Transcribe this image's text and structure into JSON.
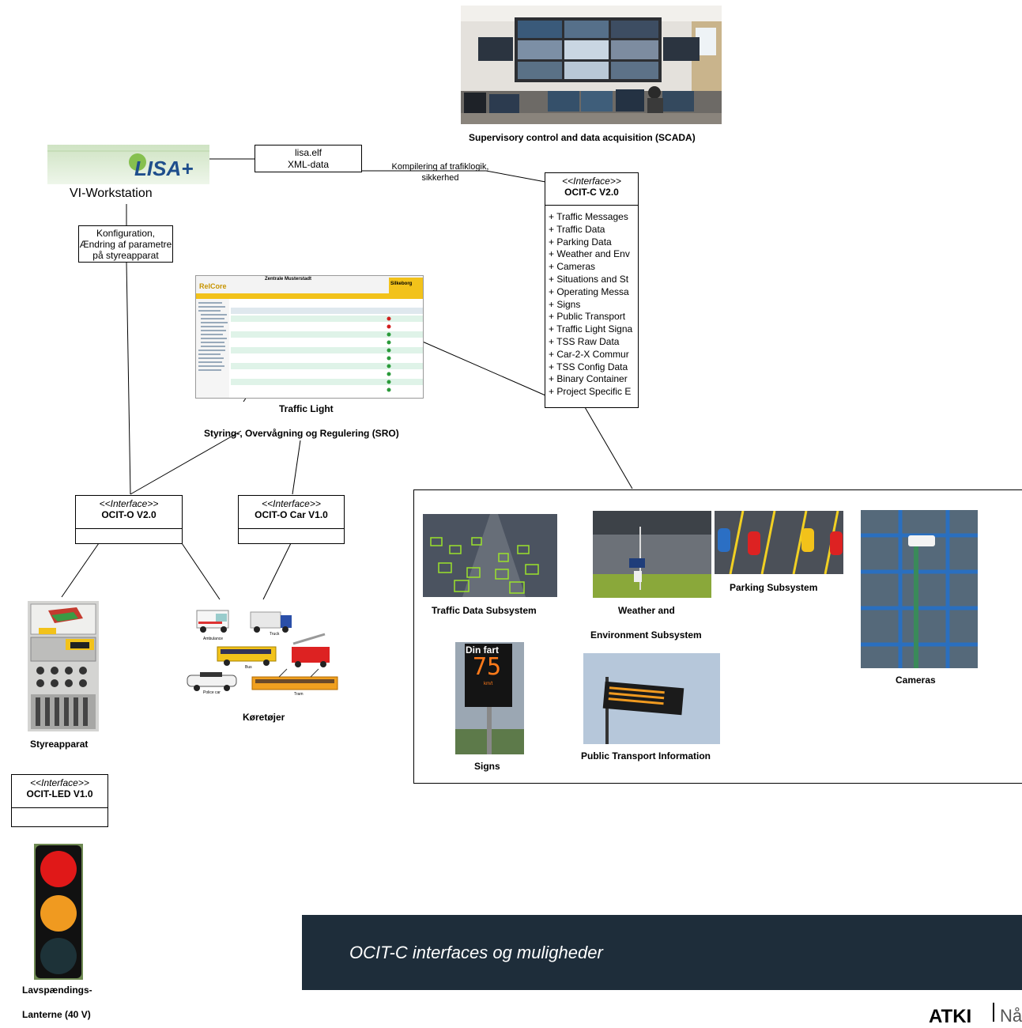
{
  "scada": {
    "caption": "Supervisory control and data acquisition (SCADA)"
  },
  "lisa": {
    "logo_text": "LISA+",
    "caption": "VI-Workstation"
  },
  "lisa_note": {
    "line1": "lisa.elf",
    "line2": "XML-data"
  },
  "kompilering": {
    "line1": "Kompilering af trafiklogik,",
    "line2": "sikkerhed"
  },
  "konfig": {
    "line1": "Konfiguration,",
    "line2": "Ændring af parametre",
    "line3": "på styreapparat"
  },
  "ocit_c": {
    "stereotype": "<<Interface>>",
    "name": "OCIT-C V2.0",
    "items": [
      "+ Traffic Messages",
      "+ Traffic Data",
      "+ Parking Data",
      "+ Weather and Env",
      "+ Cameras",
      "+ Situations and St",
      "+ Operating Messa",
      "+ Signs",
      "+ Public Transport",
      "+ Traffic Light Signa",
      "+ TSS Raw Data",
      "+ Car-2-X Commur",
      "+ TSS Config Data",
      "+ Binary Container",
      "+ Project Specific E"
    ]
  },
  "traffic_light_ui": {
    "header": "Zentrale Musterstadt",
    "brand": "RelCore",
    "side_brand": "Silkeborg"
  },
  "sro": {
    "caption1": "Traffic Light",
    "caption2": "Styring-, Overvågning og Regulering (SRO)"
  },
  "ocit_o": {
    "stereotype": "<<Interface>>",
    "name": "OCIT-O V2.0"
  },
  "ocit_o_car": {
    "stereotype": "<<Interface>>",
    "name": "OCIT-O Car V1.0"
  },
  "ocit_led": {
    "stereotype": "<<Interface>>",
    "name": "OCIT-LED V1.0"
  },
  "styreapparat": {
    "caption": "Styreapparat"
  },
  "vehicles": {
    "caption": "Køretøjer",
    "labels": [
      "Ambulance",
      "Truck",
      "Bus",
      "Police car",
      "Tram"
    ]
  },
  "lanterne": {
    "line1": "Lavspændings-",
    "line2": "Lanterne (40 V)"
  },
  "subsystems": {
    "traffic_data": "Traffic Data Subsystem",
    "weather1": "Weather and",
    "weather2": "Environment Subsystem",
    "parking": "Parking Subsystem",
    "cameras": "Cameras",
    "signs": "Signs",
    "sign_text": "Din fart",
    "sign_speed": "75",
    "sign_unit": "km/t",
    "public_transport": "Public Transport Information"
  },
  "footer": {
    "title": "OCIT-C interfaces og muligheder",
    "logo": "ATKI",
    "logo_tail": "Nå"
  }
}
